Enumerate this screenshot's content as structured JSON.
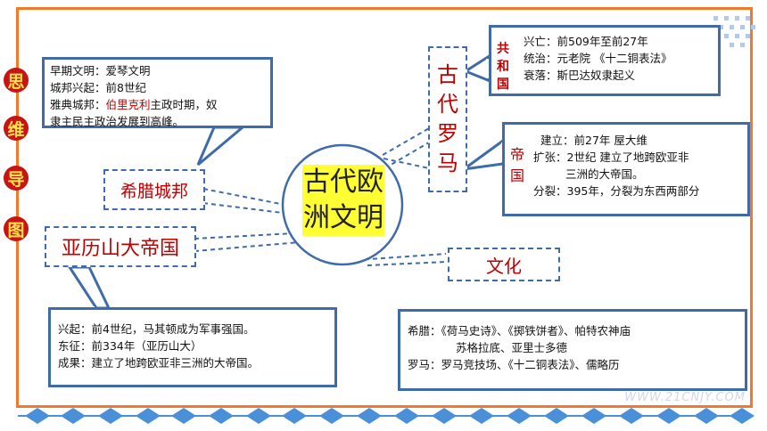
{
  "sidebar": [
    "思",
    "维",
    "导",
    "图"
  ],
  "center": {
    "line1": "古代欧",
    "line2": "洲文明"
  },
  "greece_label": "希腊城邦",
  "alexander_label": "亚历山大帝国",
  "rome_label": [
    "古",
    "代",
    "罗",
    "马"
  ],
  "culture_label": "文化",
  "greece_box": {
    "l1": "早期文明：爱琴文明",
    "l2": "城邦兴起：前8世纪",
    "l3_pre": "雅典城邦：",
    "l3_name": "伯里克利",
    "l3_post": "主政时期，奴",
    "l4": "隶主民主政治发展到高峰。"
  },
  "republic_box": {
    "tag": [
      "共",
      "和",
      "国"
    ],
    "l1": "兴亡：前509年至前27年",
    "l2": "统治：元老院 《十二铜表法》",
    "l3": "衰落：斯巴达奴隶起义"
  },
  "empire_box": {
    "tag": [
      "帝",
      "国"
    ],
    "l1": "建立：前27年  屋大维",
    "l2": "扩张：2世纪  建立了地跨欧亚非",
    "l3": "三洲的大帝国。",
    "l4": "分裂：395年，分裂为东西两部分"
  },
  "alexander_box": {
    "l1": "兴起：前4世纪，马其顿成为军事强国。",
    "l2": "东征：前334年（亚历山大）",
    "l3": "成果：建立了地跨欧亚非三洲的大帝国。"
  },
  "culture_box": {
    "l1": "希腊：《荷马史诗》、《掷铁饼者》、帕特农神庙",
    "l2": "苏格拉底、亚里士多德",
    "l3": "罗马：罗马竞技场、《十二铜表法》、儒略历"
  },
  "watermark": "WWW.21CNJY.COM",
  "colors": {
    "frame": "#f07a2a",
    "box": "#3f6ca8",
    "red": "#c00000",
    "diamond": "#4a90d9",
    "highlight": "#ffff33"
  }
}
